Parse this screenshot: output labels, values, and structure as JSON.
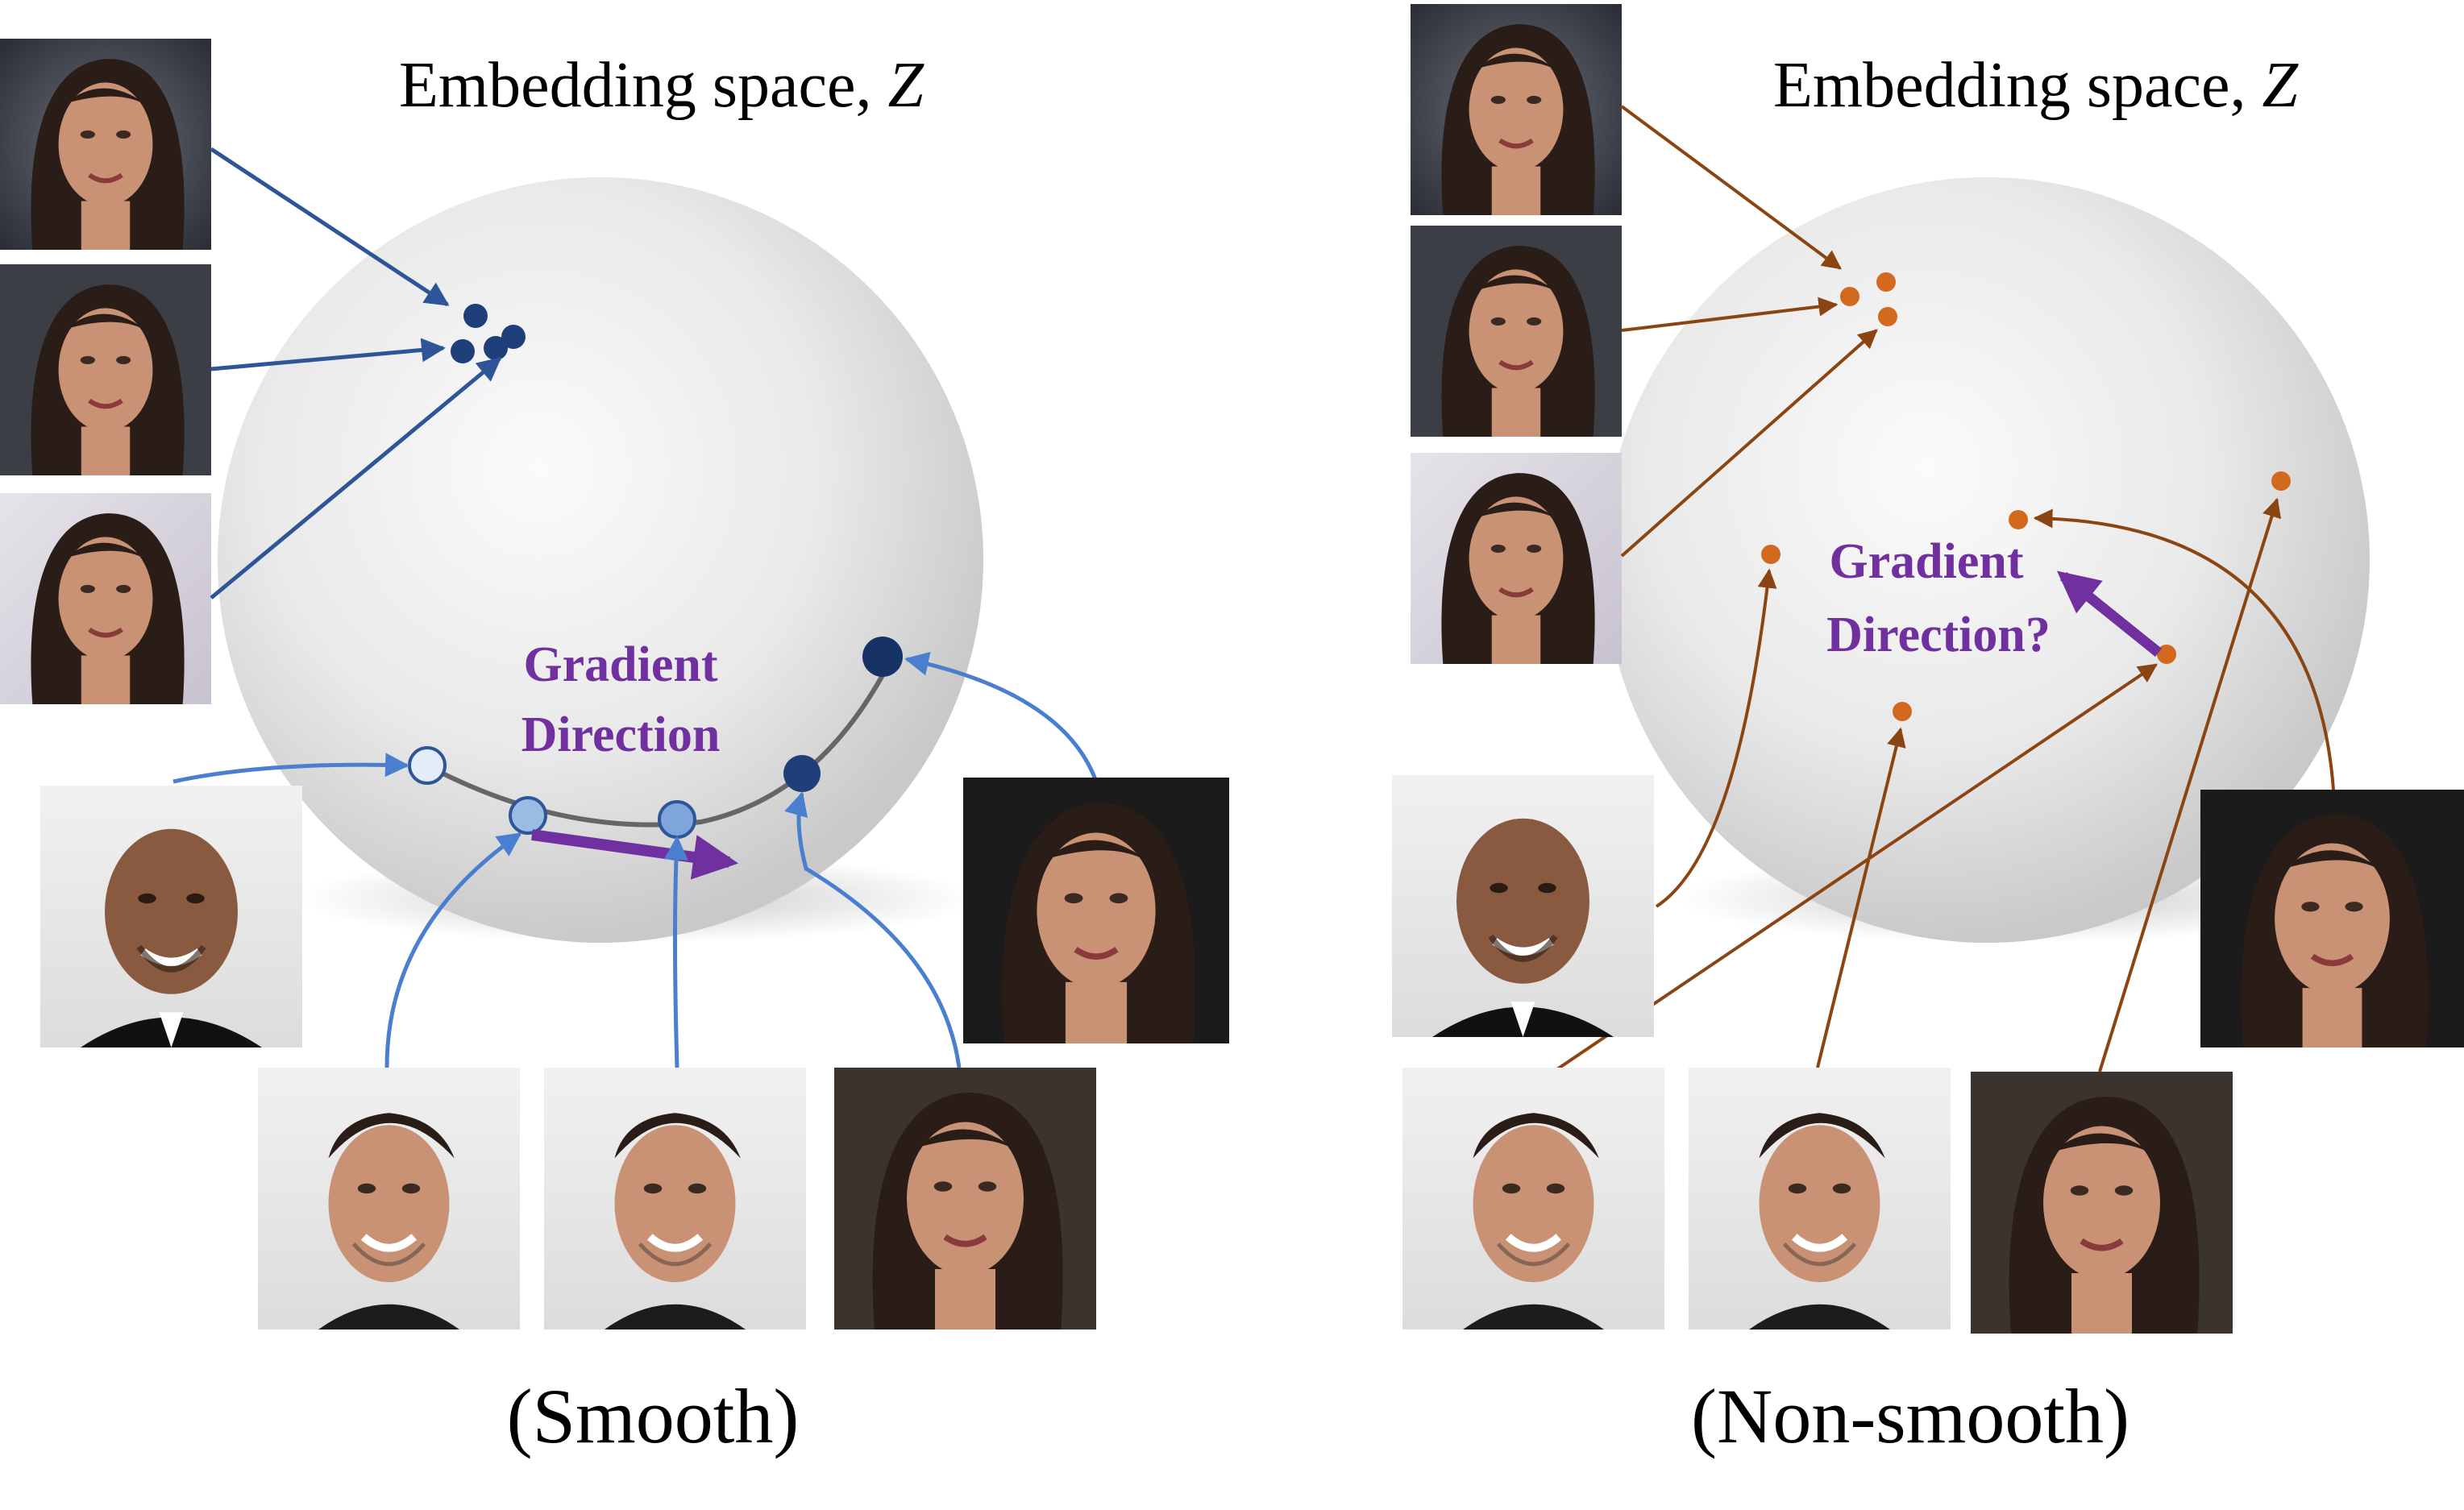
{
  "left_panel": {
    "title_prefix": "Embedding space, ",
    "title_var": "Z",
    "gradient_line1": "Gradient",
    "gradient_line2": "Direction",
    "caption": "(Smooth)",
    "arrow_color": "#2e5597",
    "light_arrow_color": "#4a7fcf"
  },
  "right_panel": {
    "title_prefix": "Embedding space, ",
    "title_var": "Z",
    "gradient_line1": "Gradient",
    "gradient_line2": "Direction?",
    "caption": "(Non-smooth)",
    "arrow_color": "#8b4513",
    "dot_color": "#d2691e"
  },
  "colors": {
    "gradient_arrow": "#7030a0",
    "sphere": "#e8e8e8"
  },
  "face_images": {
    "left_top_identity": [
      "face-photo-identity-1",
      "face-photo-identity-2",
      "face-photo-identity-3"
    ],
    "left_interpolation": [
      "face-photo-bald-man",
      "face-photo-man-1",
      "face-photo-man-2",
      "face-photo-woman-1",
      "face-photo-woman-2"
    ],
    "right_top_identity": [
      "face-photo-identity-1",
      "face-photo-identity-2",
      "face-photo-identity-3"
    ],
    "right_interpolation": [
      "face-photo-bald-man",
      "face-photo-man-1",
      "face-photo-man-2",
      "face-photo-woman-1",
      "face-photo-woman-2"
    ]
  }
}
